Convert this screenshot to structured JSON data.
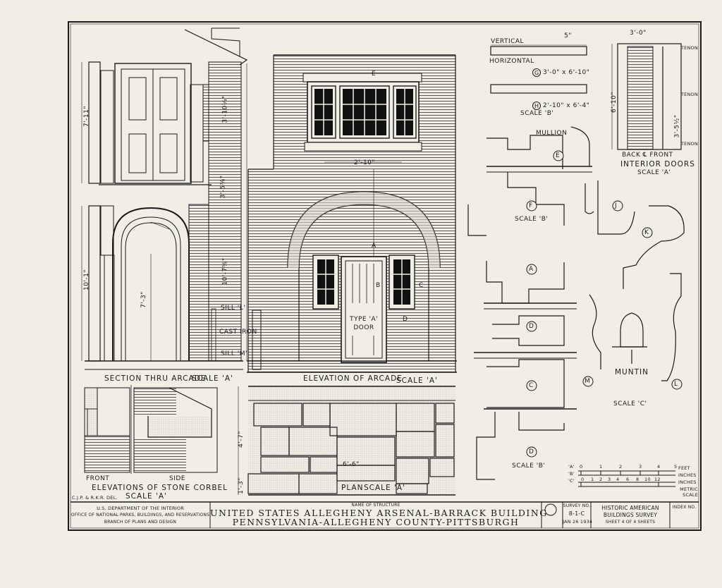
{
  "drawing": {
    "views": {
      "section_caption": "SECTION THRU ARCADE",
      "section_scale": "SCALE 'A'",
      "elevation_caption": "ELEVATION OF ARCADE",
      "elevation_scale": "SCALE 'A'",
      "plan_caption": "PLAN",
      "plan_scale": "SCALE 'A'",
      "corbel_caption_line1": "ELEVATIONS OF STONE CORBEL",
      "corbel_caption_line2": "SCALE 'A'",
      "corbel_front": "FRONT",
      "corbel_side": "SIDE",
      "interior_doors_line1": "BACK  ℄  FRONT",
      "interior_doors_line2": "INTERIOR DOORS",
      "interior_doors_scale": "SCALE 'A'",
      "muntin": "MUNTIN",
      "scale_b_1": "SCALE 'B'",
      "scale_b_2": "SCALE 'B'",
      "scale_b_3": "SCALE 'B'",
      "scale_c": "SCALE 'C'",
      "door_label_line1": "TYPE 'A'",
      "door_label_line2": "DOOR",
      "mullion": "MULLION",
      "vertical": "VERTICAL",
      "horizontal": "HORIZONTAL",
      "g_label": "3'-0\" x 6'-10\"",
      "h_label": "2'-10\" x 6'-4\"",
      "sill_l": "SILL 'L'",
      "cast_iron": "CAST IRON",
      "sill_m": "SILL 'M'",
      "tenon1": "TENON",
      "tenon2": "TENON",
      "tenon3": "TENON",
      "delineators": "C.J.P. & R.K.R. DEL."
    },
    "dimensions": {
      "d_7_11": "7'-11\"",
      "d_10_1": "10'-1\"",
      "d_7_3": "7'-3\"",
      "d_3_10": "3'-10¼\"",
      "d_3_58": "3'-5⅜\"",
      "d_10_7": "10'-7⅝\"",
      "d_2_10": "2'-10\"",
      "d_4_7": "4'-7\"",
      "d_6_6": "6'-6\"",
      "d_1_3": "1'-3\"",
      "d_5": "5\"",
      "d_3_0": "3'-0\"",
      "d_6_10": "6'-10\"",
      "d_3_52": "3'-5½\""
    },
    "callouts": [
      "A",
      "B",
      "C",
      "D",
      "E",
      "F",
      "G",
      "H",
      "J",
      "K",
      "L",
      "M"
    ],
    "graphic_scale": {
      "a_numbers": [
        "0",
        "1",
        "2",
        "3",
        "4",
        "5"
      ],
      "b_numbers": [
        "0",
        "1",
        "2",
        "3",
        "4",
        "6",
        "8",
        "10",
        "12"
      ],
      "units": [
        "FEET",
        "INCHES",
        "INCHES",
        "METRIC SCALE"
      ],
      "letters": [
        "'A'",
        "'B'",
        "'C'"
      ]
    }
  },
  "title_block": {
    "dept_line1": "U.S. DEPARTMENT OF THE INTERIOR",
    "dept_line2": "OFFICE OF NATIONAL PARKS, BUILDINGS, AND RESERVATIONS",
    "dept_line3": "BRANCH OF PLANS AND DESIGN",
    "name_of_structure_label": "NAME OF STRUCTURE",
    "structure_line1": "UNITED STATES ALLEGHENY ARSENAL-BARRACK BUILDING",
    "structure_line2": "PENNSYLVANIA-ALLEGHENY COUNTY-PITTSBURGH",
    "survey_label": "SURVEY NO.",
    "survey_no": "8-1-C",
    "survey_date": "JAN 26 1934",
    "habs_line1": "HISTORIC AMERICAN",
    "habs_line2": "BUILDINGS SURVEY",
    "sheet_info": "SHEET 4 OF 4 SHEETS",
    "index_label": "INDEX NO."
  }
}
